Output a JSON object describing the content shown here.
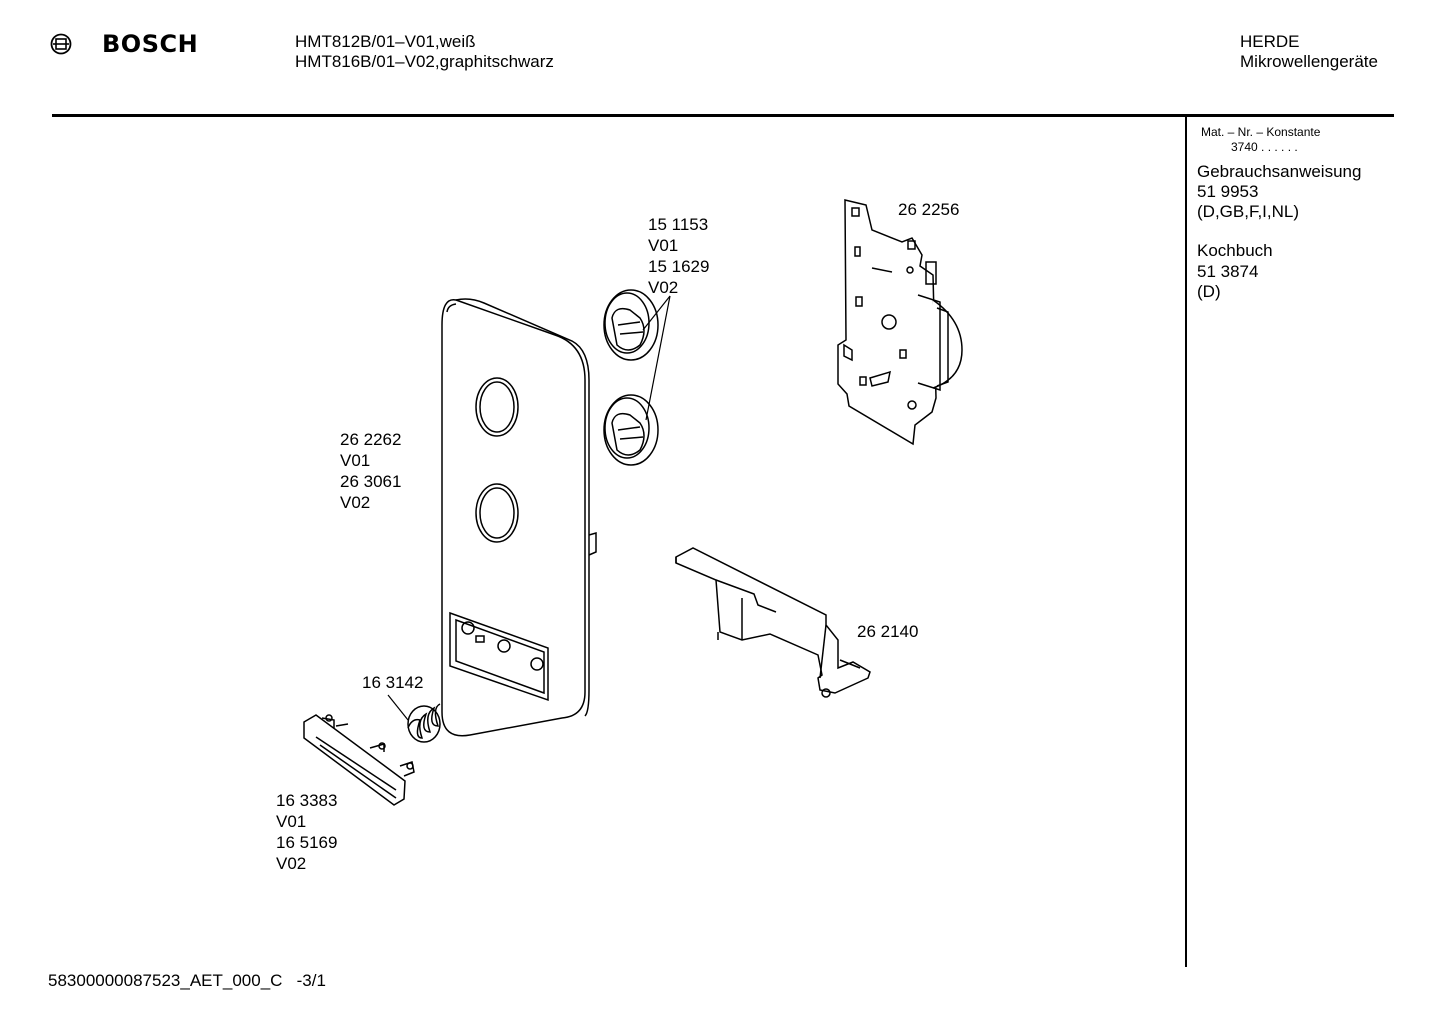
{
  "header": {
    "brand": "BOSCH",
    "model_line_1": "HMT812B/01–V01,weiß",
    "model_line_2": "HMT816B/01–V02,graphitschwarz",
    "category_line_1": "HERDE",
    "category_line_2": "Mikrowellengeräte"
  },
  "sidebar": {
    "const_label": "Mat. – Nr. – Konstante",
    "const_value": "3740 . .  . . . .",
    "manual_title": "Gebrauchsanweisung",
    "manual_number": "51 9953",
    "manual_langs": "(D,GB,F,I,NL)",
    "cookbook_title": "Kochbuch",
    "cookbook_number": "51 3874",
    "cookbook_langs": "(D)"
  },
  "parts": {
    "knobs": [
      "15 1153",
      "V01",
      "15 1629",
      "V02"
    ],
    "timer": "26 2256",
    "panel": [
      "26 2262",
      "V01",
      "26 3061",
      "V02"
    ],
    "bracket": "26 2140",
    "spring": "16 3142",
    "button": [
      "16 3383",
      "V01",
      "16 5169",
      "V02"
    ]
  },
  "footer": {
    "doc_id": "58300000087523_AET_000_C   -3/1"
  }
}
